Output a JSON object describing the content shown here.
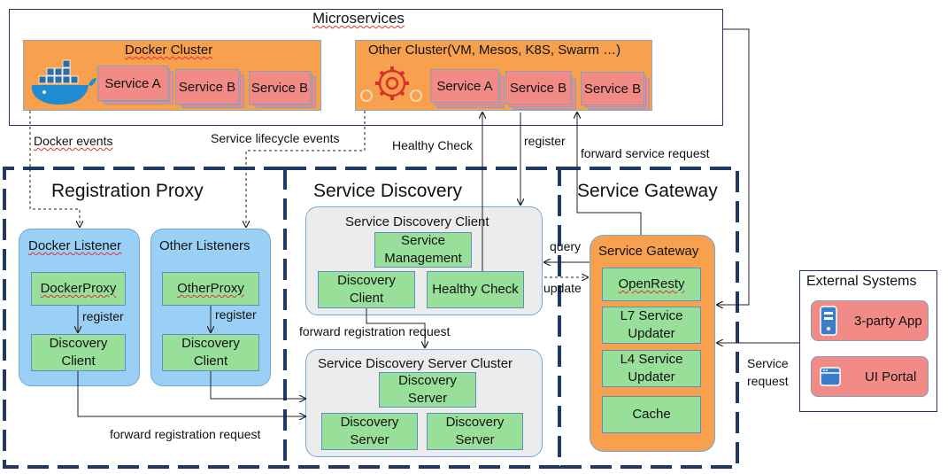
{
  "microservices": {
    "title": "Microservices",
    "docker_cluster": {
      "title": "Docker Cluster",
      "services": [
        "Service A",
        "Service B",
        "Service B"
      ]
    },
    "other_cluster": {
      "title": "Other Cluster(VM,  Mesos,  K8S,  Swarm …)",
      "services": [
        "Service A",
        "Service B",
        "Service B"
      ]
    }
  },
  "edges": {
    "docker_events": "Docker events",
    "service_lifecycle_events": "Service lifecycle events",
    "healthy_check": "Healthy Check",
    "register_top": "register",
    "forward_service_request": "forward service request",
    "register_docker": "register",
    "register_other": "register",
    "forward_registration_request_1": "forward registration request",
    "forward_registration_request_2": "forward registration request",
    "query": "query",
    "update": "update",
    "service_request": "Service request"
  },
  "registration_proxy": {
    "title": "Registration Proxy",
    "docker_listener": {
      "title": "Docker Listener",
      "proxy": "DockerProxy",
      "client": "Discovery Client"
    },
    "other_listeners": {
      "title": "Other Listeners",
      "proxy": "OtherProxy",
      "client": "Discovery Client"
    }
  },
  "service_discovery": {
    "title": "Service Discovery",
    "client": {
      "title": "Service Discovery Client",
      "management": "Service Management",
      "discovery_client": "Discovery Client",
      "healthy_check": "Healthy Check"
    },
    "server_cluster": {
      "title": "Service Discovery Server Cluster",
      "servers": [
        "Discovery Server",
        "Discovery Server",
        "Discovery Server"
      ]
    }
  },
  "service_gateway": {
    "title": "Service Gateway",
    "inner_title": "Service Gateway",
    "components": [
      "OpenResty",
      "L7 Service Updater",
      "L4 Service Updater",
      "Cache"
    ]
  },
  "external_systems": {
    "title": "External Systems",
    "items": [
      "3-party App",
      "UI Portal"
    ]
  },
  "colors": {
    "orange": "#f7a04d",
    "green": "#98e09a",
    "pink": "#f28b86",
    "light_blue": "#9ad0f5",
    "grey": "#ececec",
    "dash_navy": "#1f3864"
  }
}
